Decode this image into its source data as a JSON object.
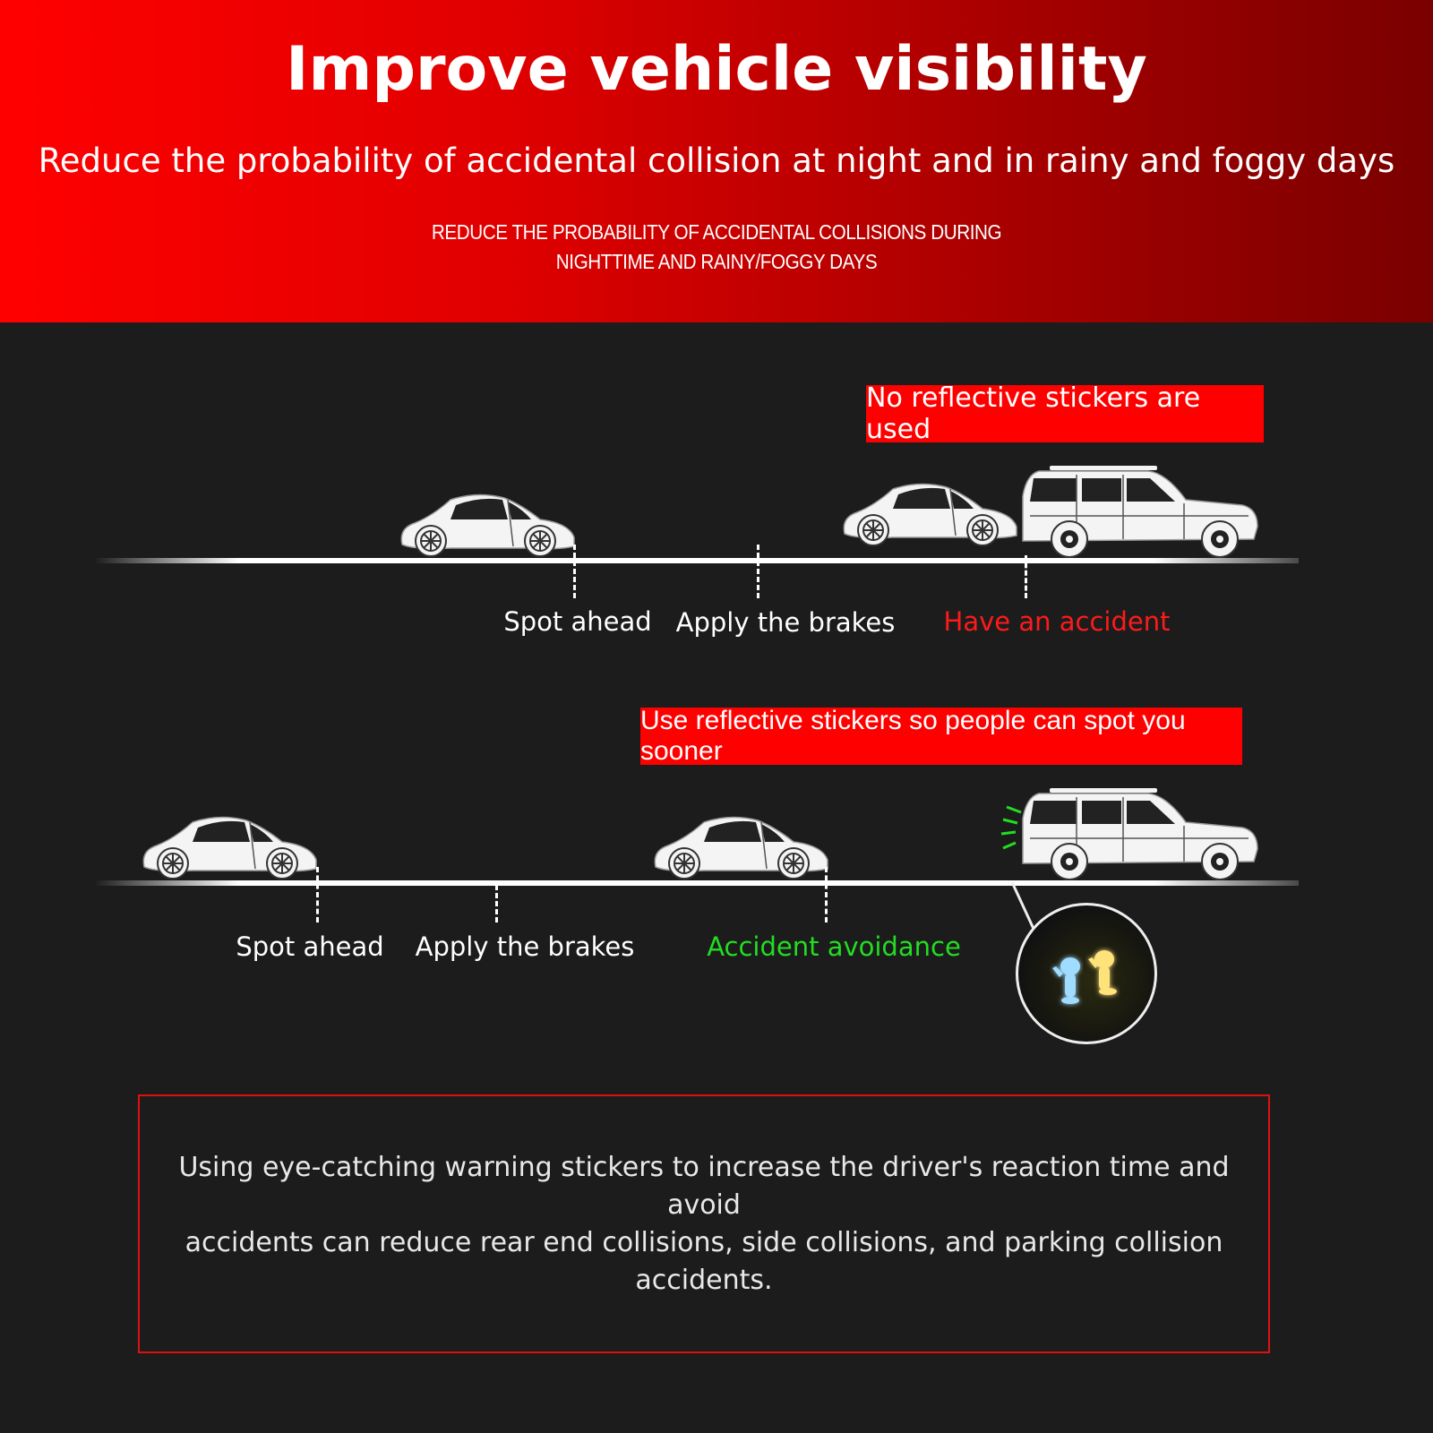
{
  "header": {
    "title": "Improve vehicle visibility",
    "subtitle": "Reduce the probability of accidental collision at night and in rainy and foggy days",
    "caps_line1": "REDUCE THE PROBABILITY OF ACCIDENTAL COLLISIONS DURING",
    "caps_line2": "NIGHTTIME AND RAINY/FOGGY DAYS"
  },
  "scenario_without": {
    "tag": "No reflective stickers are used",
    "steps": [
      "Spot ahead",
      "Apply the brakes",
      "Have an accident"
    ]
  },
  "scenario_with": {
    "tag": "Use reflective stickers so people can spot you sooner",
    "steps": [
      "Spot ahead",
      "Apply the brakes",
      "Accident avoidance"
    ]
  },
  "note": {
    "line1": "Using eye-catching warning stickers to increase the driver's reaction time and avoid",
    "line2": "accidents can reduce rear end collisions, side collisions, and parking collision accidents."
  },
  "colors": {
    "accent": "#ff0000",
    "danger_text": "#ff1a1a",
    "safe_text": "#22dd22",
    "background": "#1c1c1c"
  }
}
